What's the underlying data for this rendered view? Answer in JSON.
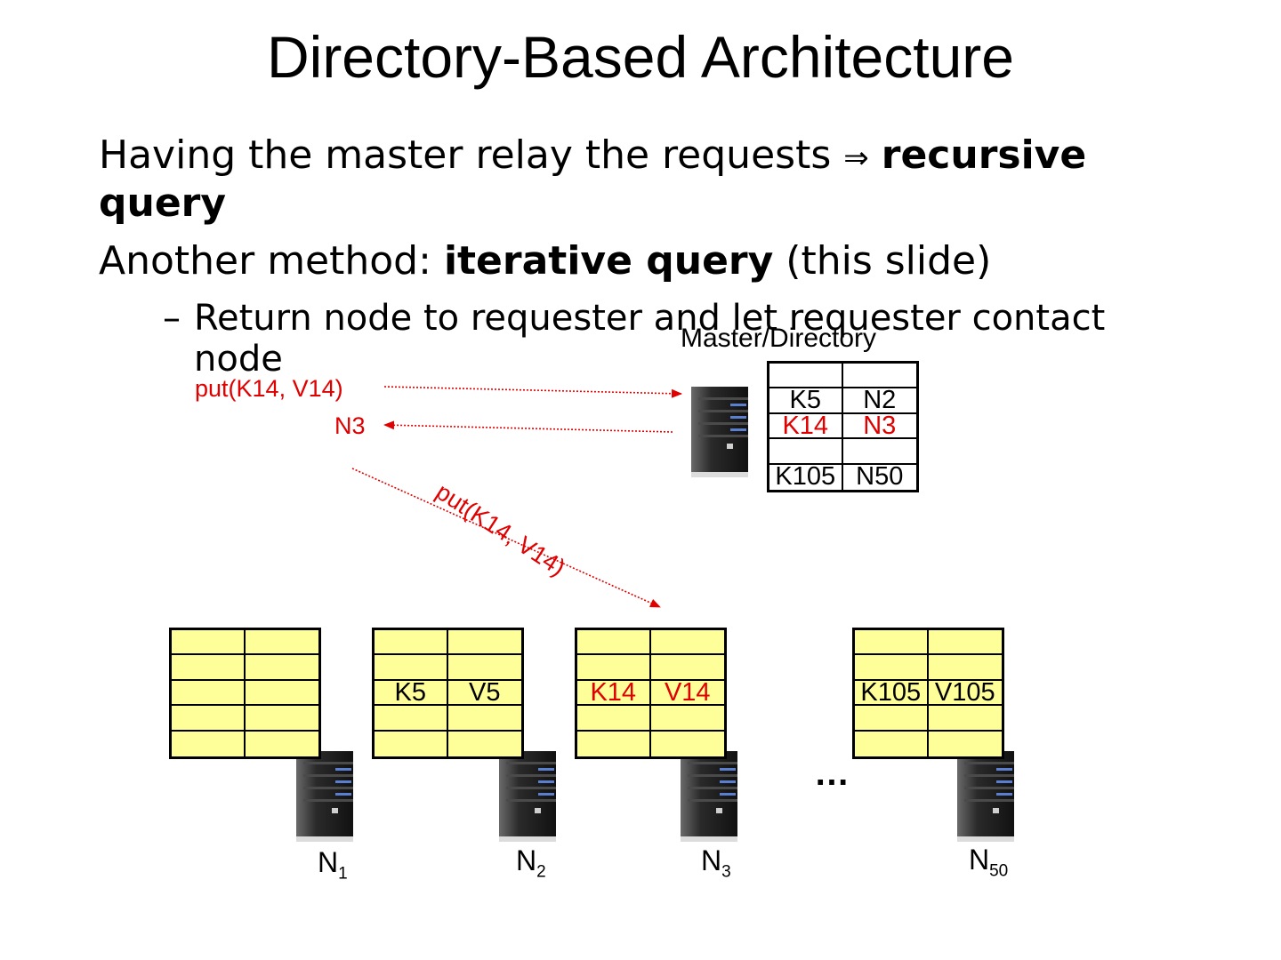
{
  "slide": {
    "title": "Directory-Based Architecture",
    "bullet1_text": "Having the master relay the requests",
    "bullet1_symbol": "⇒",
    "bullet1_bold": "recursive",
    "bullet1_bold2": "query",
    "bullet2_text": "Another method:",
    "bullet2_bold": "iterative query",
    "bullet2_rest": "(this slide)",
    "sub_dash": "–",
    "sub_line1": "Return node to requester and let requester contact",
    "sub_line2": "node"
  },
  "master": {
    "label": "Master/Directory",
    "rows": [
      [
        "",
        ""
      ],
      [
        "K5",
        "N2"
      ],
      [
        "K14",
        "N3"
      ],
      [
        "",
        ""
      ],
      [
        "K105",
        "N50"
      ]
    ],
    "highlight_row": 2
  },
  "messages": {
    "put_request": "put(K14, V14)",
    "reply": "N3",
    "put_to_node": "put(K14, V14)"
  },
  "nodes": [
    {
      "name": "N",
      "sub": "1",
      "rows": [
        [
          "",
          ""
        ],
        [
          "",
          ""
        ],
        [
          "",
          ""
        ],
        [
          "",
          ""
        ],
        [
          "",
          ""
        ]
      ]
    },
    {
      "name": "N",
      "sub": "2",
      "rows": [
        [
          "",
          ""
        ],
        [
          "",
          ""
        ],
        [
          "K5",
          "V5"
        ],
        [
          "",
          ""
        ],
        [
          "",
          ""
        ]
      ]
    },
    {
      "name": "N",
      "sub": "3",
      "rows": [
        [
          "",
          ""
        ],
        [
          "",
          ""
        ],
        [
          "K14",
          "V14"
        ],
        [
          "",
          ""
        ],
        [
          "",
          ""
        ]
      ],
      "highlight_row": 2
    },
    {
      "name": "N",
      "sub": "50",
      "rows": [
        [
          "",
          ""
        ],
        [
          "",
          ""
        ],
        [
          "K105",
          "V105"
        ],
        [
          "",
          ""
        ],
        [
          "",
          ""
        ]
      ]
    }
  ],
  "ellipsis": "…",
  "colors": {
    "highlight": "#e00000",
    "table_fill": "#ffff99",
    "arrow": "#e00000"
  },
  "icons": [
    "server-icon"
  ]
}
